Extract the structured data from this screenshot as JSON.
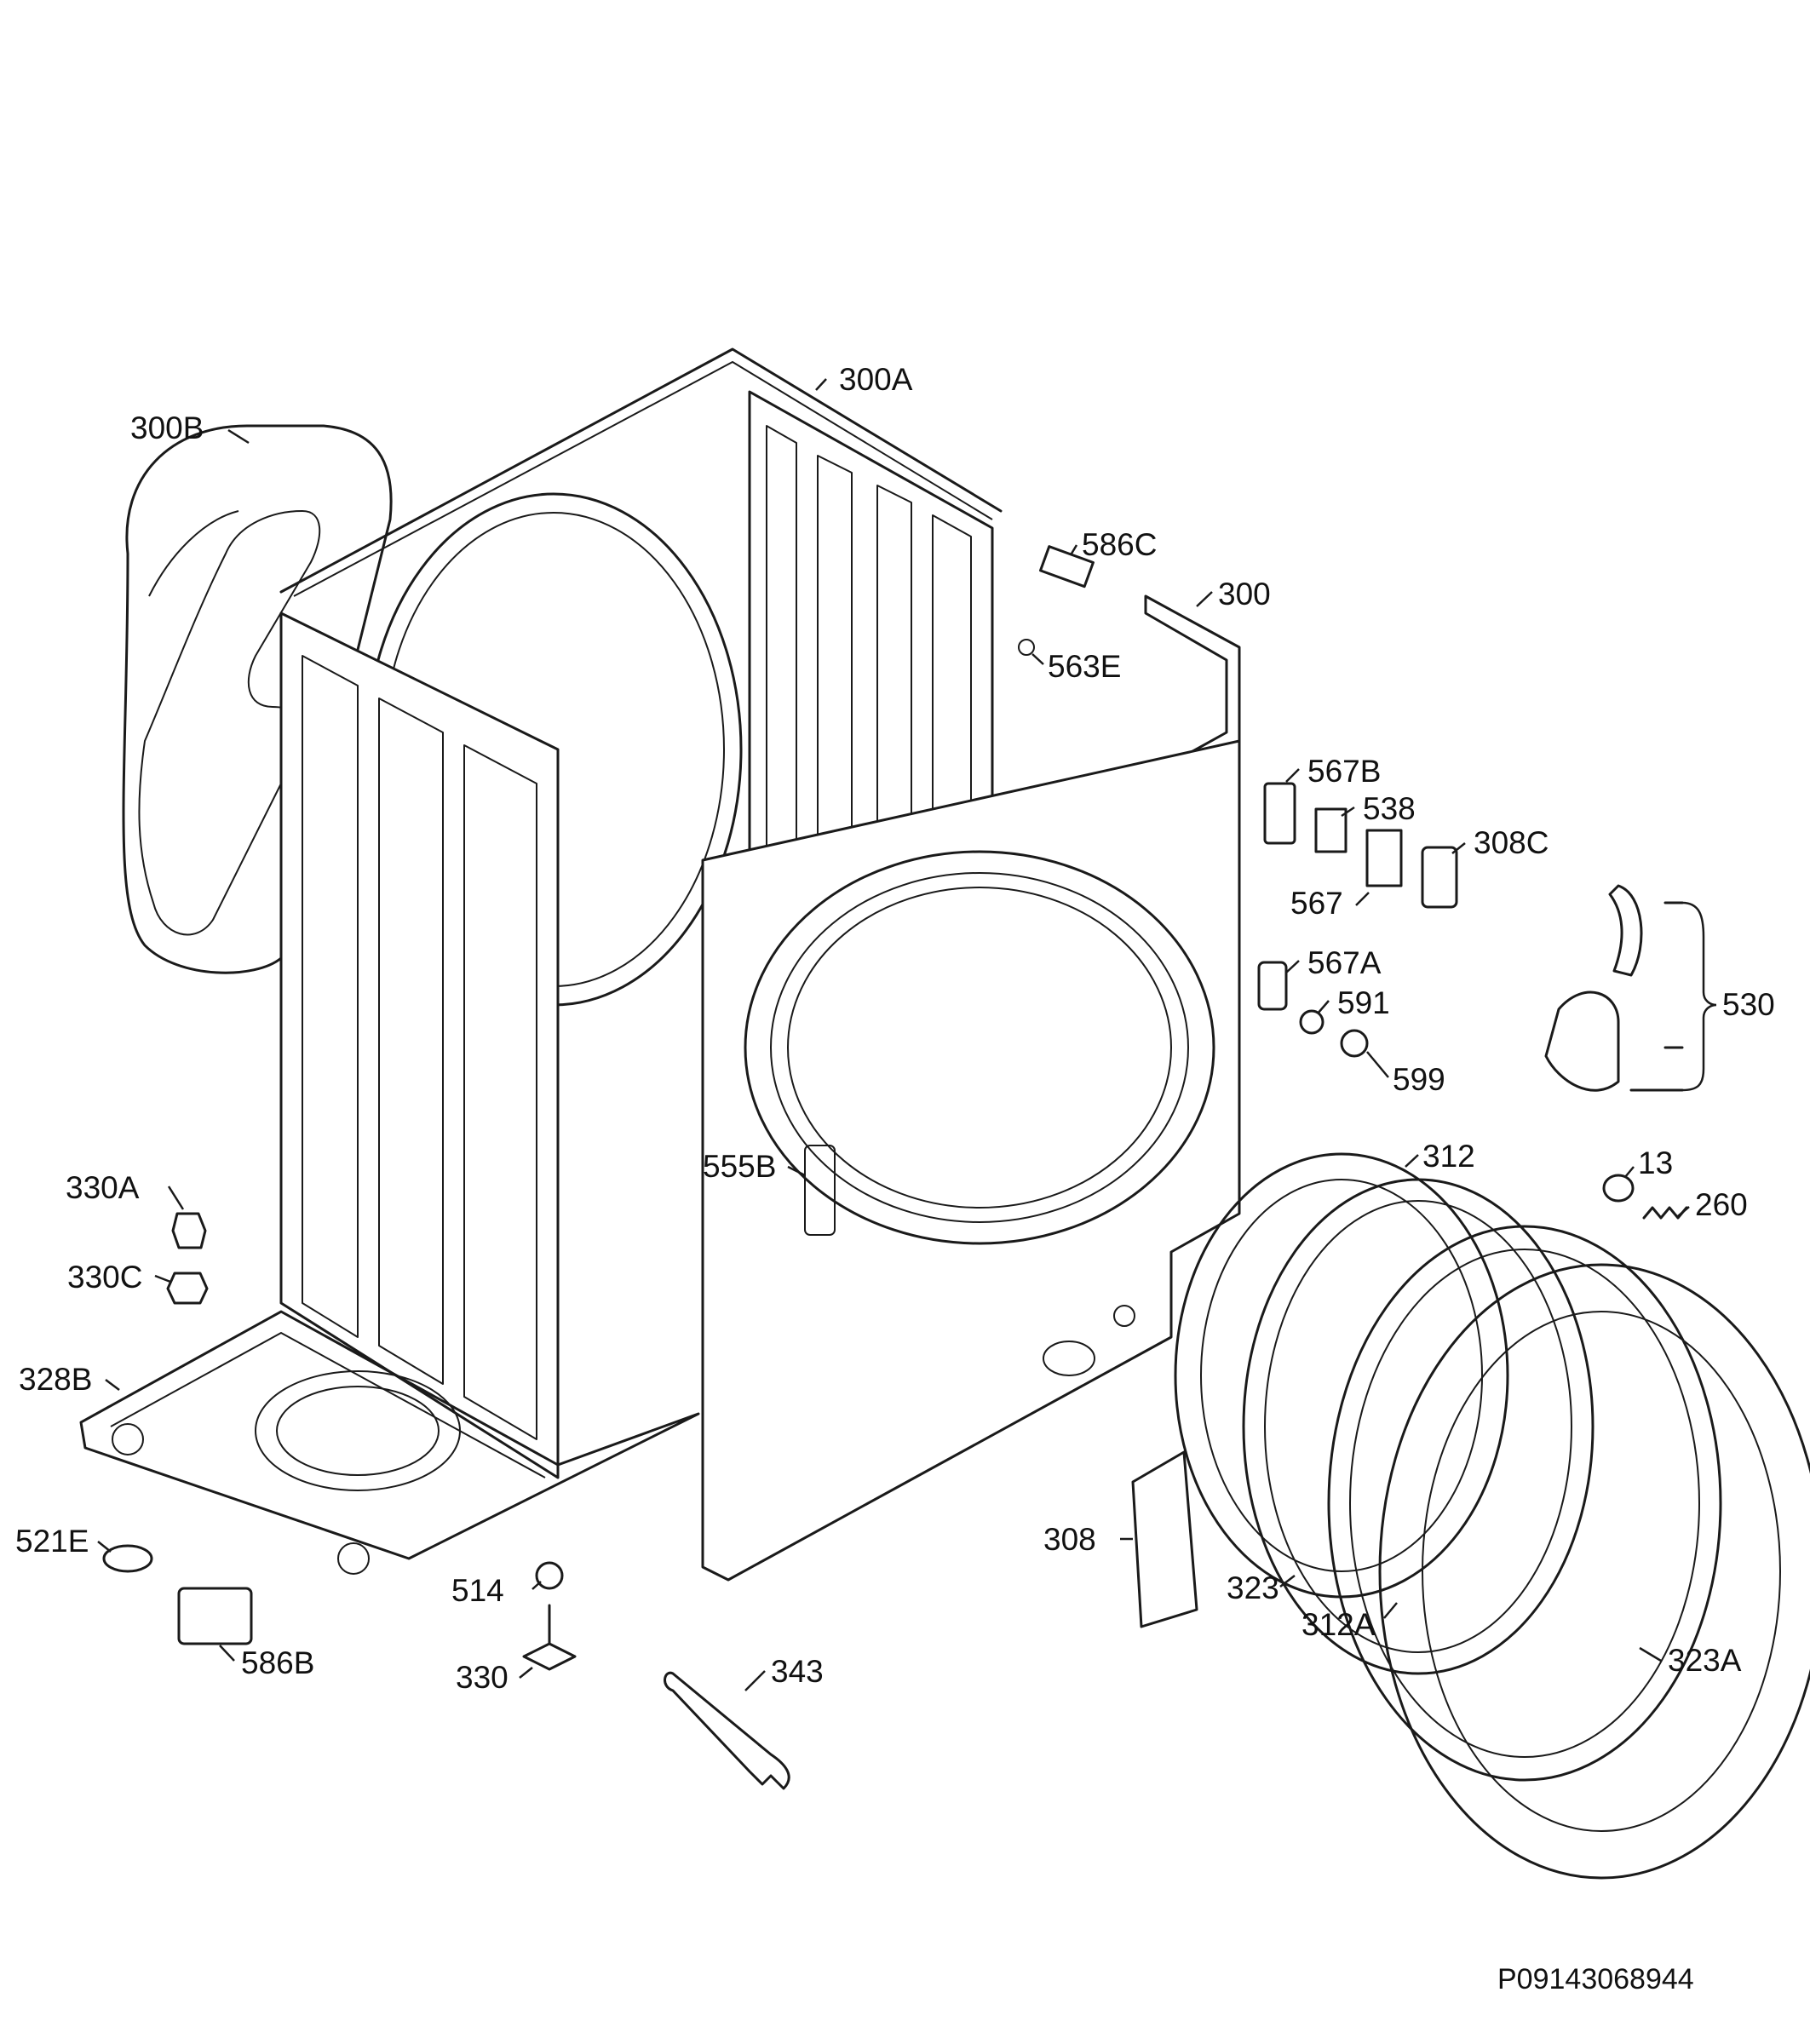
{
  "callouts": [
    {
      "id": "300A",
      "text": "300A"
    },
    {
      "id": "300B",
      "text": "300B"
    },
    {
      "id": "586C",
      "text": "586C"
    },
    {
      "id": "300",
      "text": "300"
    },
    {
      "id": "563E",
      "text": "563E"
    },
    {
      "id": "567B",
      "text": "567B"
    },
    {
      "id": "538",
      "text": "538"
    },
    {
      "id": "308C",
      "text": "308C"
    },
    {
      "id": "567",
      "text": "567"
    },
    {
      "id": "567A",
      "text": "567A"
    },
    {
      "id": "591",
      "text": "591"
    },
    {
      "id": "530",
      "text": "530"
    },
    {
      "id": "599",
      "text": "599"
    },
    {
      "id": "312",
      "text": "312"
    },
    {
      "id": "13",
      "text": "13"
    },
    {
      "id": "260",
      "text": "260"
    },
    {
      "id": "555B",
      "text": "555B"
    },
    {
      "id": "330A",
      "text": "330A"
    },
    {
      "id": "330C",
      "text": "330C"
    },
    {
      "id": "328B",
      "text": "328B"
    },
    {
      "id": "521E",
      "text": "521E"
    },
    {
      "id": "514",
      "text": "514"
    },
    {
      "id": "586B",
      "text": "586B"
    },
    {
      "id": "330",
      "text": "330"
    },
    {
      "id": "343",
      "text": "343"
    },
    {
      "id": "308",
      "text": "308"
    },
    {
      "id": "323",
      "text": "323"
    },
    {
      "id": "312A",
      "text": "312A"
    },
    {
      "id": "323A",
      "text": "323A"
    }
  ],
  "drawing_code": "P09143068944",
  "colors": {
    "line": "#1a1a1a",
    "background": "#ffffff"
  }
}
